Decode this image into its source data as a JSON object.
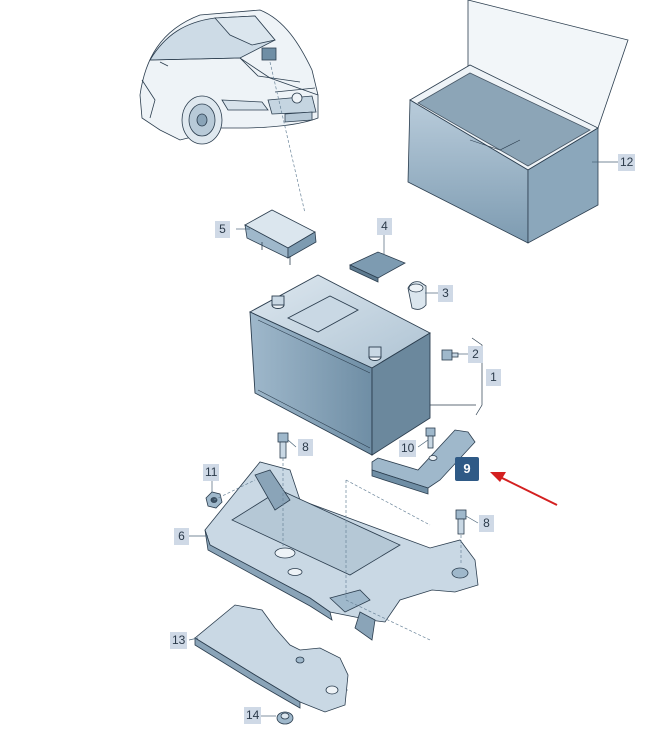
{
  "colors": {
    "part_fill": "#c9d8e4",
    "part_shadow": "#8aa4b8",
    "part_dark": "#5d7a8f",
    "outline": "#2c3e4f",
    "callout_bg": "#cfd9e6",
    "highlight_bg": "#2f5a86",
    "arrow": "#d42020"
  },
  "callouts": {
    "c1": "1",
    "c2": "2",
    "c3": "3",
    "c4": "4",
    "c5": "5",
    "c6": "6",
    "c8a": "8",
    "c8b": "8",
    "c9": "9",
    "c10": "10",
    "c11": "11",
    "c12": "12",
    "c13": "13",
    "c14": "14"
  },
  "highlighted_part": "9"
}
